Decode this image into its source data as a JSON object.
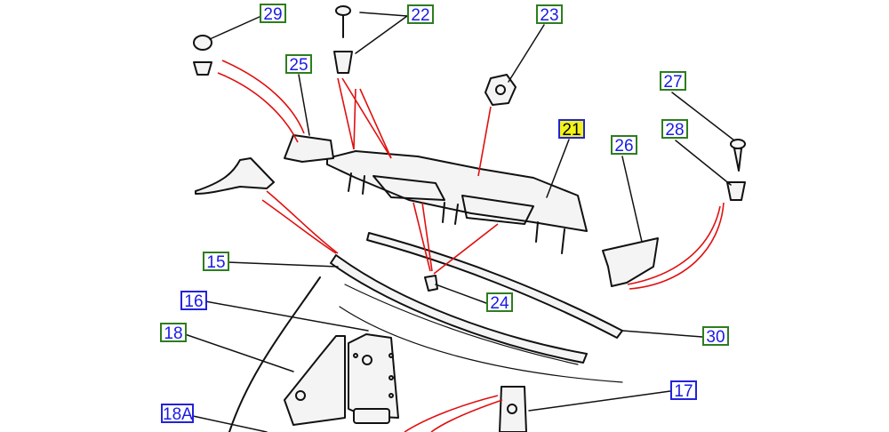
{
  "diagram": {
    "colors": {
      "green_border": "#2e7d1f",
      "blue_border": "#2323d8",
      "label_text": "#1a1ae6",
      "highlight": "#f2f21c",
      "leader_red": "#e01010"
    },
    "callouts": {
      "c29": "29",
      "c22": "22",
      "c23": "23",
      "c25": "25",
      "c21": "21",
      "c27": "27",
      "c28": "28",
      "c26": "26",
      "c15": "15",
      "c16": "16",
      "c18": "18",
      "c24": "24",
      "c30": "30",
      "c17": "17",
      "c18a": "18A"
    }
  }
}
